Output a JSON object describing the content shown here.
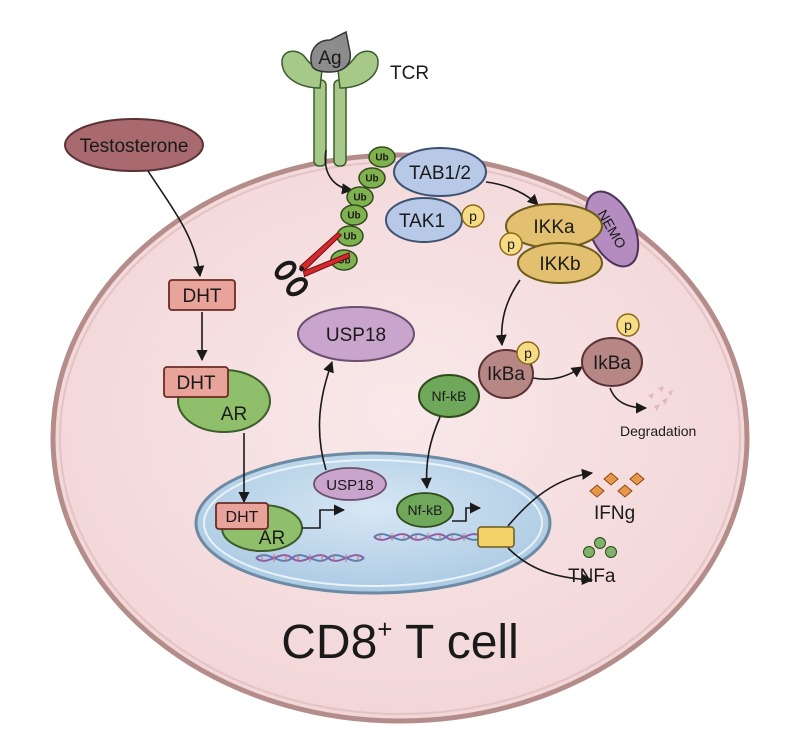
{
  "labels": {
    "ag": "Ag",
    "tcr": "TCR",
    "testosterone": "Testosterone",
    "dht": "DHT",
    "ar": "AR",
    "ub": "Ub",
    "usp18": "USP18",
    "tab12": "TAB1/2",
    "tak1": "TAK1",
    "p": "p",
    "ikka": "IKKa",
    "ikkb": "IKKb",
    "nemo": "NEMO",
    "ikba": "IkBa",
    "nfkb": "Nf-kB",
    "degradation": "Degradation",
    "ifng": "IFNg",
    "tnfa": "TNFa",
    "cell_main": "CD8",
    "cell_sup": "+",
    "cell_rest": " T cell"
  },
  "colors": {
    "cell_fill": "#f6dfe0",
    "cell_stroke": "#b48d8a",
    "nucleus_fill": "#c4dcee",
    "nucleus_stroke": "#6c8aa3",
    "tcr_green": "#a6c98a",
    "ag_grey": "#8c8c8c",
    "testosterone": "#a86a6f",
    "dht": "#e8a39a",
    "ar": "#8fbf6a",
    "ub": "#7fb24f",
    "usp18": "#c9a4cc",
    "tab_blue": "#b7c9e6",
    "ikk_gold": "#e2c070",
    "nemo": "#b48cc0",
    "phospho": "#f7dc85",
    "ikba": "#b78785",
    "nfkb": "#6fa85a",
    "ifng": "#e8974a",
    "tnfa": "#7fb26a",
    "scissors_red": "#d4282d"
  }
}
